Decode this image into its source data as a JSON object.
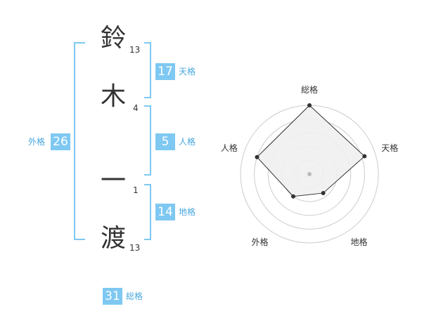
{
  "name": {
    "chars": [
      {
        "char": "鈴",
        "strokes": "13"
      },
      {
        "char": "木",
        "strokes": "4"
      },
      {
        "char": "一",
        "strokes": "1"
      },
      {
        "char": "渡",
        "strokes": "13"
      }
    ]
  },
  "kaku": {
    "tenkaku": {
      "value": "17",
      "label": "天格"
    },
    "jinkaku": {
      "value": "5",
      "label": "人格"
    },
    "chikaku": {
      "value": "14",
      "label": "地格"
    },
    "gaikaku": {
      "value": "26",
      "label": "外格"
    },
    "soukaku": {
      "value": "31",
      "label": "総格"
    }
  },
  "chart_data": {
    "type": "radar",
    "axes": [
      "総格",
      "天格",
      "地格",
      "外格",
      "人格"
    ],
    "values": [
      5,
      4.2,
      1.7,
      2.0,
      4.0
    ],
    "rmax": 5,
    "rings": 5,
    "colors": {
      "fill": "#f0f0f0",
      "stroke": "#333333",
      "grid": "#cccccc",
      "center": "#bbbbbb"
    }
  }
}
